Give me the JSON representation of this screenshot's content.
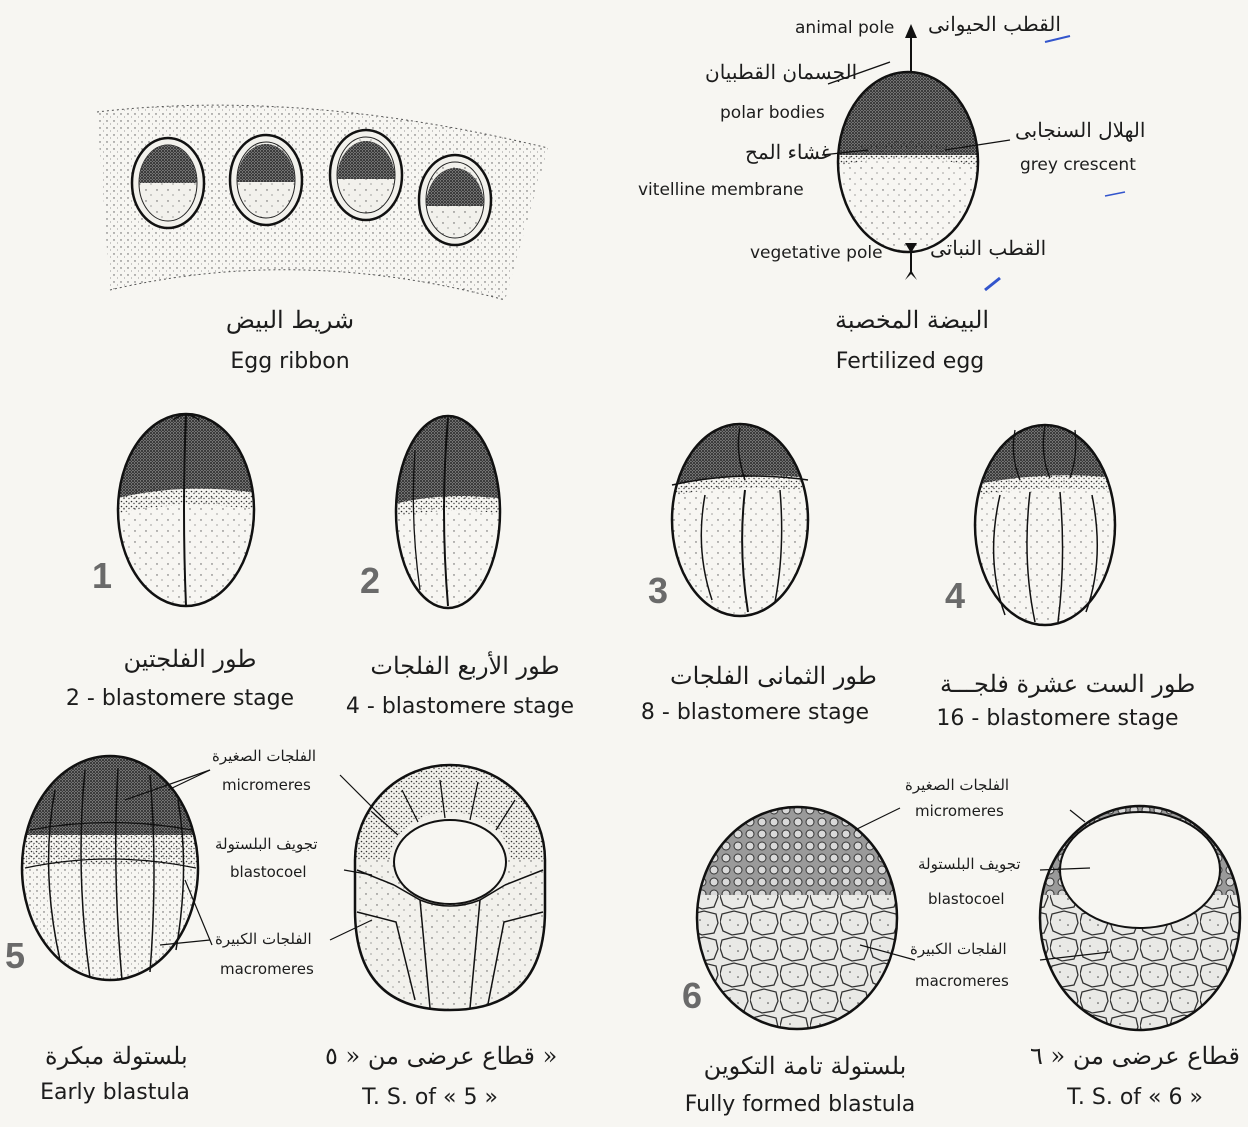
{
  "egg_ribbon": {
    "label_ar": "شريط البيض",
    "label_en": "Egg ribbon"
  },
  "fertilized_egg": {
    "label_ar": "البيضة المخصبة",
    "label_en": "Fertilized egg",
    "animal_pole_en": "animal pole",
    "animal_pole_ar": "القطب الحيوانى",
    "polar_bodies_ar": "الجسمان القطبيان",
    "polar_bodies_en": "polar bodies",
    "grey_crescent_ar": "الهلال السنجابى",
    "grey_crescent_en": "grey crescent",
    "vitelline_ar": "غشاء المح",
    "vitelline_en": "vitelline membrane",
    "vegetative_pole_en": "vegetative pole",
    "vegetative_pole_ar": "القطب النباتى"
  },
  "stages": [
    {
      "num": "1",
      "label_ar": "طور الفلجتين",
      "label_en": "2 - blastomere  stage"
    },
    {
      "num": "2",
      "label_ar": "طور الأربع الفلجات",
      "label_en": "4 - blastomere  stage"
    },
    {
      "num": "3",
      "label_ar": "طور الثمانى الفلجات",
      "label_en": "8 - blastomere stage"
    },
    {
      "num": "4",
      "label_ar": "طور الست عشرة فلجـــة",
      "label_en": "16 - blastomere  stage"
    }
  ],
  "early_blastula": {
    "num": "5",
    "label_ar": "بلستولة مبكرة",
    "label_en": "Early blastula",
    "micromeres_ar": "الفلجات الصغيرة",
    "micromeres_en": "micromeres",
    "blastocoel_ar": "تجويف البلستولة",
    "blastocoel_en": "blastocoel",
    "macromeres_ar": "الفلجات الكبيرة",
    "macromeres_en": "macromeres",
    "ts_ar": "قطاع عرضى من « ٥ »",
    "ts_en": "T. S.  of  « 5 »"
  },
  "full_blastula": {
    "num": "6",
    "label_ar": "بلستولة تامة التكوين",
    "label_en": "Fully formed blastula",
    "micromeres_ar": "الفلجات الصغيرة",
    "micromeres_en": "micromeres",
    "blastocoel_ar": "تجويف البلستولة",
    "blastocoel_en": "blastocoel",
    "macromeres_ar": "الفلجات الكبيرة",
    "macromeres_en": "macromeres",
    "ts_ar": "قطاع عرضى من « ٦ »",
    "ts_en": "T. S.  of  « 6 »"
  }
}
